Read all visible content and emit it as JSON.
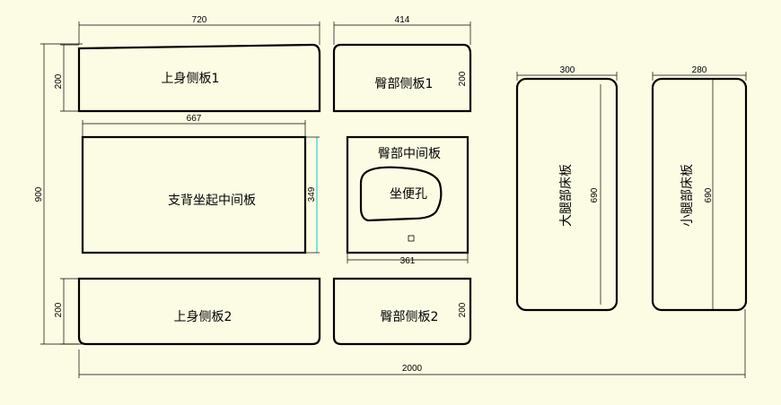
{
  "dimensions": {
    "total_width": "2000",
    "total_height": "900",
    "upper_width": "720",
    "hip_width": "414",
    "support_width": "667",
    "support_height": "349",
    "hip_middle_width": "361",
    "side_panel_height_1": "200",
    "side_panel_height_2": "200",
    "hip_side_height_1": "200",
    "hip_side_height_2": "200",
    "thigh_width": "300",
    "thigh_height": "690",
    "calf_width": "280",
    "calf_height": "690"
  },
  "labels": {
    "upper_side_1": "上身侧板1",
    "upper_side_2": "上身侧板2",
    "support_middle": "支背坐起中间板",
    "hip_side_1": "臀部侧板1",
    "hip_side_2": "臀部侧板2",
    "hip_middle": "臀部中间板",
    "toilet_hole": "坐便孔",
    "thigh_bed": "大腿部床板",
    "calf_bed": "小腿部床板"
  },
  "colors": {
    "background": "#fcfce4",
    "line": "#000000",
    "accent": "#00c8c8"
  }
}
